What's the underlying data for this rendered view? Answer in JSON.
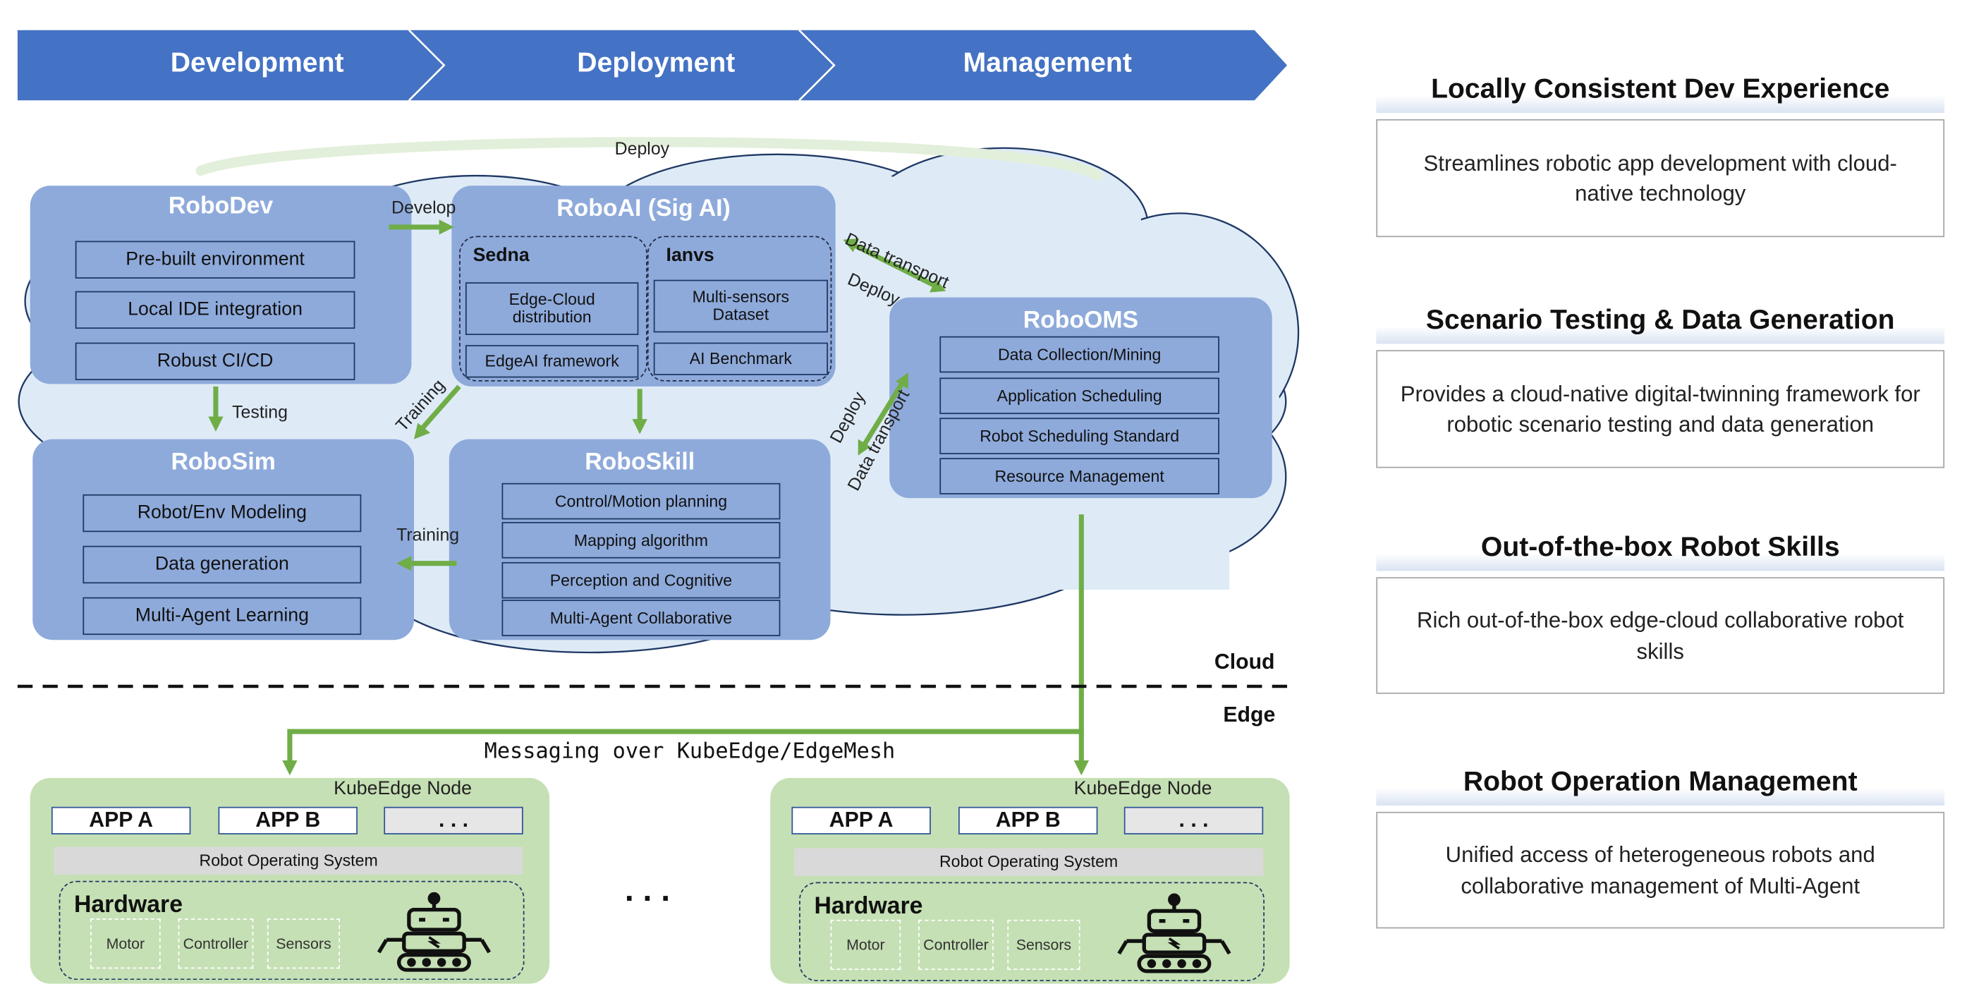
{
  "stages": [
    "Development",
    "Deployment",
    "Management"
  ],
  "flow_labels": {
    "deploy_top": "Deploy",
    "develop": "Develop",
    "data_transport_top": "Data transport",
    "deploy_mid": "Deploy",
    "testing": "Testing",
    "training_diag": "Training",
    "training_horiz": "Training",
    "deploy_lower": "Deploy",
    "data_transport_lower": "Data transport",
    "messaging": "Messaging over KubeEdge/EdgeMesh"
  },
  "robodev": {
    "title": "RoboDev",
    "items": [
      "Pre-built environment",
      "Local IDE integration",
      "Robust CI/CD"
    ]
  },
  "roboai": {
    "title": "RoboAI (Sig AI)",
    "sedna": {
      "title": "Sedna",
      "items": [
        "Edge-Cloud distribution",
        "EdgeAI framework"
      ]
    },
    "ianvs": {
      "title": "Ianvs",
      "items": [
        "Multi-sensors Dataset",
        "AI Benchmark"
      ]
    }
  },
  "roboms": {
    "title": "RoboOMS",
    "items": [
      "Data Collection/Mining",
      "Application Scheduling",
      "Robot Scheduling Standard",
      "Resource Management"
    ]
  },
  "robosim": {
    "title": "RoboSim",
    "items": [
      "Robot/Env Modeling",
      "Data generation",
      "Multi-Agent Learning"
    ]
  },
  "roboskill": {
    "title": "RoboSkill",
    "items": [
      "Control/Motion planning",
      "Mapping algorithm",
      "Perception and Cognitive",
      "Multi-Agent Collaborative"
    ]
  },
  "divider": {
    "cloud": "Cloud",
    "edge": "Edge"
  },
  "edge_nodes": [
    {
      "title": "KubeEdge Node",
      "apps": [
        "APP A",
        "APP B",
        ". . ."
      ],
      "os": "Robot Operating System",
      "hardware_title": "Hardware",
      "components": [
        "Motor",
        "Controller",
        "Sensors"
      ]
    },
    {
      "title": "KubeEdge Node",
      "apps": [
        "APP A",
        "APP B",
        ". . ."
      ],
      "os": "Robot Operating System",
      "hardware_title": "Hardware",
      "components": [
        "Motor",
        "Controller",
        "Sensors"
      ]
    }
  ],
  "ellipsis": ". . .",
  "features": [
    {
      "title": "Locally Consistent Dev Experience",
      "desc": "Streamlines robotic app development with cloud-native technology"
    },
    {
      "title": "Scenario Testing & Data Generation",
      "desc": "Provides a cloud-native digital-twinning framework for robotic scenario testing and data generation"
    },
    {
      "title": "Out-of-the-box Robot Skills",
      "desc": "Rich out-of-the-box edge-cloud collaborative robot skills"
    },
    {
      "title": "Robot Operation Management",
      "desc": "Unified access of heterogeneous robots and collaborative management of Multi-Agent"
    }
  ],
  "colors": {
    "stage_blue": "#4472c4",
    "module_blue": "#8eaadb",
    "cloud_fill": "#deebf7",
    "arrow_green": "#70ad47",
    "node_green": "#c5e0b4"
  }
}
